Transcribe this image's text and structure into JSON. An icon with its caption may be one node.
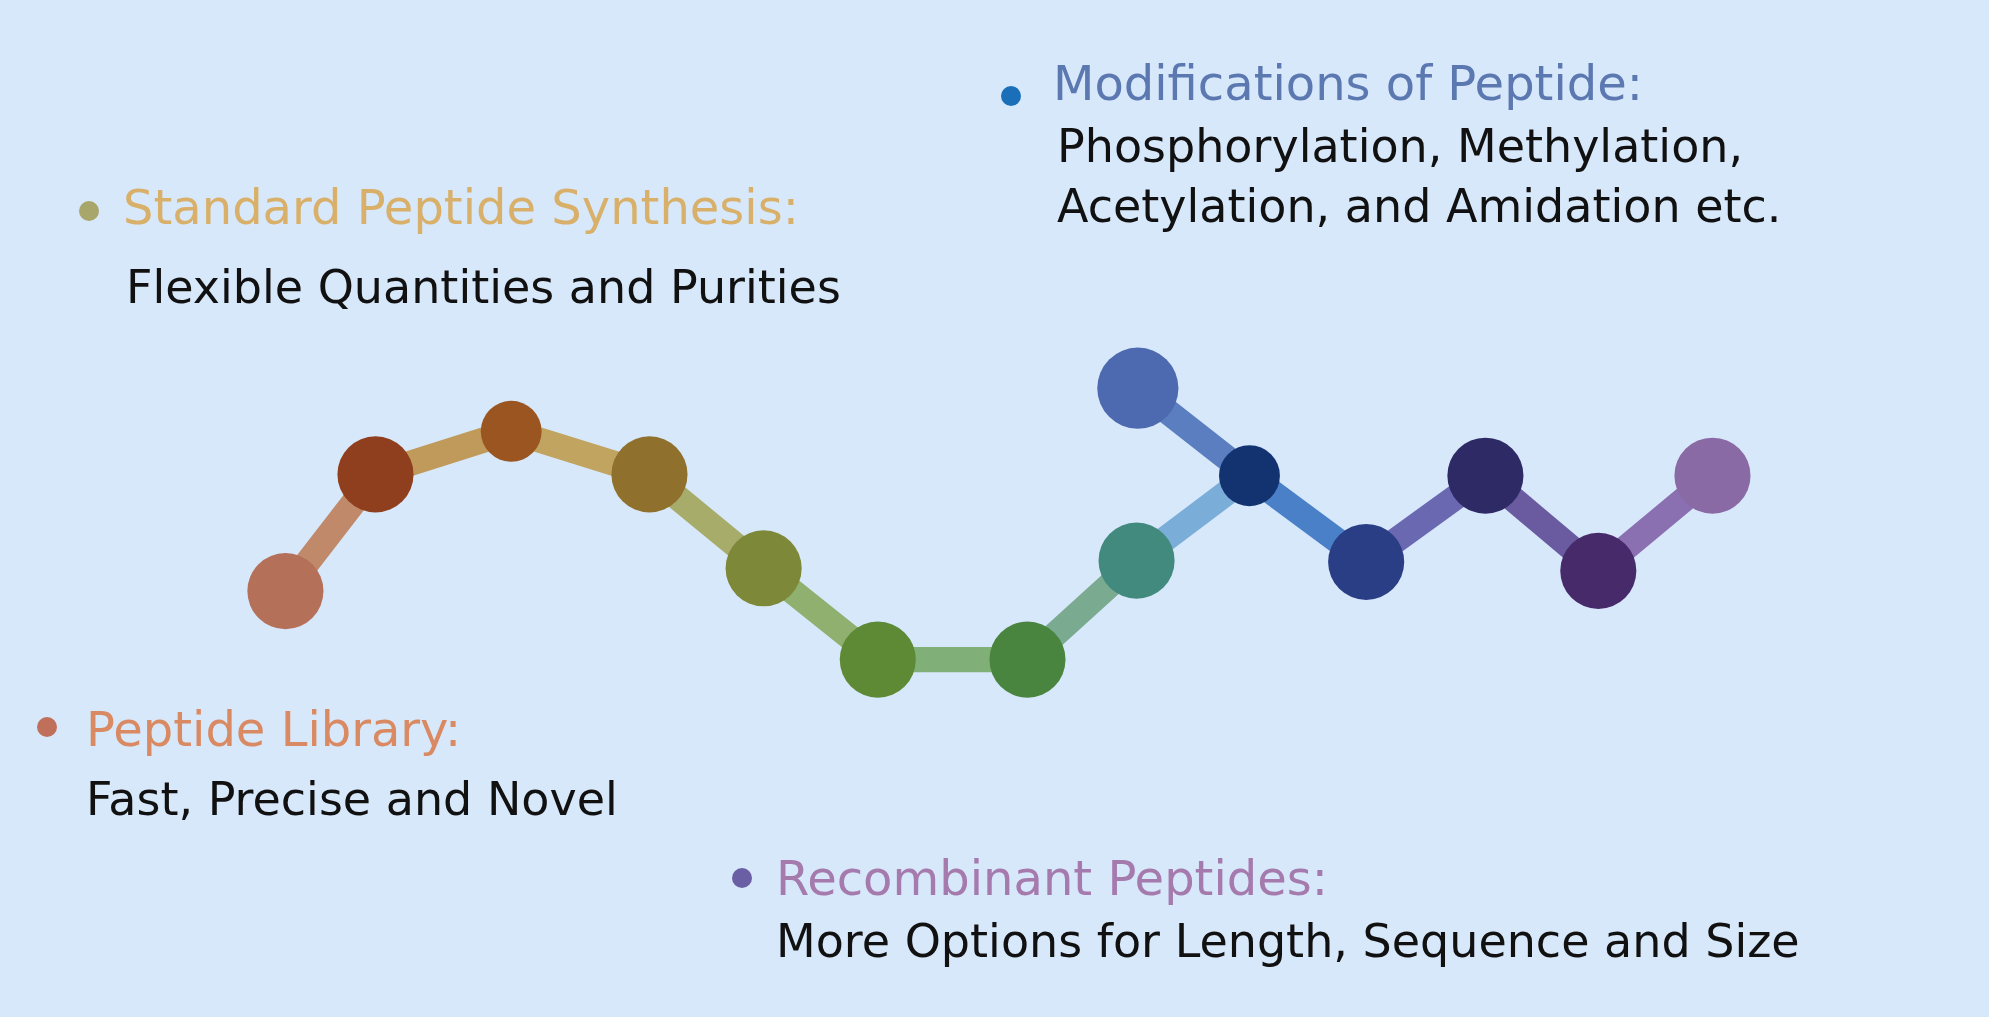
{
  "diagram": {
    "labels": [
      "Modifications of Peptide:",
      "Phosphorylation, Methylation, Acetylation, and Amidation etc.",
      "Standard Peptide Synthesis:",
      "Flexible Quantities and Purities",
      "Peptide Library:",
      "Fast, Precise and Novel",
      "Recombinant Peptides:",
      "More Options for Length, Sequence and Size"
    ]
  }
}
